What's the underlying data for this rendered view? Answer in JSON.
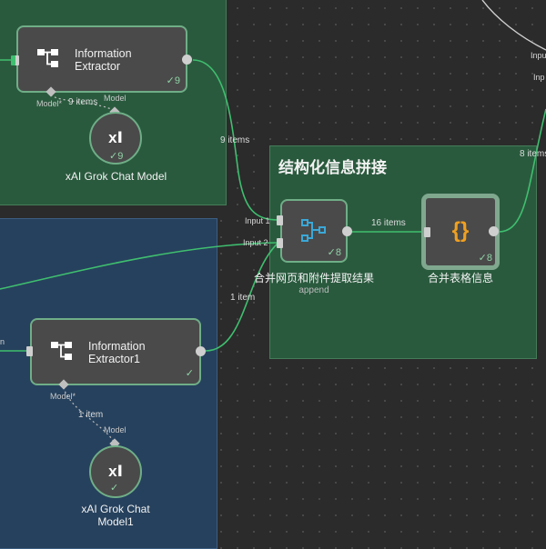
{
  "groups": {
    "main_title": "结构化信息拼接"
  },
  "nodes": {
    "extractor_top": {
      "title_line1": "Information",
      "title_line2": "Extractor",
      "count": "9"
    },
    "extractor_bottom": {
      "title_line1": "Information",
      "title_line2": "Extractor1"
    },
    "grok_top": {
      "label": "xAI Grok Chat Model",
      "count": "9"
    },
    "grok_bottom": {
      "label_line1": "xAI Grok Chat",
      "label_line2": "Model1"
    },
    "merge": {
      "label": "合并网页和附件提取结果",
      "sub": "append",
      "count": "8"
    },
    "code": {
      "label": "合并表格信息",
      "count": "8"
    }
  },
  "ports": {
    "model_star": "Model*",
    "model": "Model",
    "input1": "Input 1",
    "input2": "Input 2",
    "inp_a": "Inpu",
    "inp_b": "Inp",
    "n_left": "n"
  },
  "edges": {
    "top_model_items": "9 items",
    "top_out_items": "9 items",
    "bottom_out_items": "1 item",
    "bottom_model_items": "1 item",
    "merge_out_items": "16 items",
    "code_out_items": "8 items"
  },
  "colors": {
    "edge": "#3fbf6f",
    "node_border": "#6fae87",
    "group_green": "#2a5a3e",
    "group_blue": "#26415d",
    "code_icon": "#f0a020",
    "merge_icon": "#3aa8d8"
  }
}
